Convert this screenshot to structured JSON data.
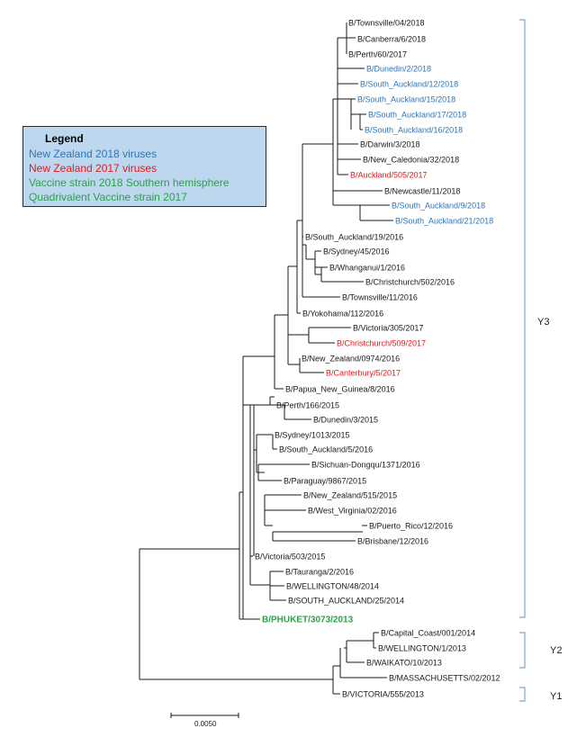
{
  "colors": {
    "black": "#1a1a1a",
    "nz2018": "#2e75b6",
    "nz2017": "#e8161b",
    "vaccine": "#2ea04a",
    "bracket": "#7fa8cc"
  },
  "legend": {
    "title": "Legend",
    "items": [
      {
        "label": "New Zealand 2018 viruses",
        "color": "#2e75b6"
      },
      {
        "label": "New Zealand 2017 viruses",
        "color": "#e8161b"
      },
      {
        "label": "Vaccine strain 2018 Southern hemisphere",
        "color": "#2ea04a"
      },
      {
        "label": "Quadrivalent Vaccine strain 2017",
        "color": "#2ea04a"
      }
    ]
  },
  "groups": [
    {
      "label": "Y3"
    },
    {
      "label": "Y2"
    },
    {
      "label": "Y1"
    }
  ],
  "scale_bar": {
    "label": "0.0050"
  },
  "taxa": [
    {
      "name": "B/Townsville/04/2018",
      "cat": "black"
    },
    {
      "name": "B/Canberra/6/2018",
      "cat": "black"
    },
    {
      "name": "B/Perth/60/2017",
      "cat": "black"
    },
    {
      "name": "B/Dunedin/2/2018",
      "cat": "nz2018"
    },
    {
      "name": "B/South_Auckland/12/2018",
      "cat": "nz2018"
    },
    {
      "name": "B/South_Auckland/15/2018",
      "cat": "nz2018"
    },
    {
      "name": "B/South_Auckland/17/2018",
      "cat": "nz2018"
    },
    {
      "name": "B/South_Auckland/16/2018",
      "cat": "nz2018"
    },
    {
      "name": "B/Darwin/3/2018",
      "cat": "black"
    },
    {
      "name": "B/New_Caledonia/32/2018",
      "cat": "black"
    },
    {
      "name": "B/Auckland/505/2017",
      "cat": "nz2017"
    },
    {
      "name": "B/Newcastle/11/2018",
      "cat": "black"
    },
    {
      "name": "B/South_Auckland/9/2018",
      "cat": "nz2018"
    },
    {
      "name": "B/South_Auckland/21/2018",
      "cat": "nz2018"
    },
    {
      "name": "B/South_Auckland/19/2016",
      "cat": "black"
    },
    {
      "name": "B/Sydney/45/2016",
      "cat": "black"
    },
    {
      "name": "B/Whanganui/1/2016",
      "cat": "black"
    },
    {
      "name": "B/Christchurch/502/2016",
      "cat": "black"
    },
    {
      "name": "B/Townsville/11/2016",
      "cat": "black"
    },
    {
      "name": "B/Yokohama/112/2016",
      "cat": "black"
    },
    {
      "name": "B/Victoria/305/2017",
      "cat": "black"
    },
    {
      "name": "B/Christchurch/509/2017",
      "cat": "nz2017"
    },
    {
      "name": "B/New_Zealand/0974/2016",
      "cat": "black"
    },
    {
      "name": "B/Canterbury/5/2017",
      "cat": "nz2017"
    },
    {
      "name": "B/Papua_New_Guinea/8/2016",
      "cat": "black"
    },
    {
      "name": "B/Perth/166/2015",
      "cat": "black"
    },
    {
      "name": "B/Dunedin/3/2015",
      "cat": "black"
    },
    {
      "name": "B/Sydney/1013/2015",
      "cat": "black"
    },
    {
      "name": "B/South_Auckland/5/2016",
      "cat": "black"
    },
    {
      "name": "B/Sichuan-Dongqu/1371/2016",
      "cat": "black"
    },
    {
      "name": "B/Paraguay/9867/2015",
      "cat": "black"
    },
    {
      "name": "B/New_Zealand/515/2015",
      "cat": "black"
    },
    {
      "name": "B/West_Virginia/02/2016",
      "cat": "black"
    },
    {
      "name": "B/Puerto_Rico/12/2016",
      "cat": "black"
    },
    {
      "name": "B/Brisbane/12/2016",
      "cat": "black"
    },
    {
      "name": "B/Victoria/503/2015",
      "cat": "black"
    },
    {
      "name": "B/Tauranga/2/2016",
      "cat": "black"
    },
    {
      "name": "B/WELLINGTON/48/2014",
      "cat": "black"
    },
    {
      "name": "B/SOUTH_AUCKLAND/25/2014",
      "cat": "black"
    },
    {
      "name": "B/PHUKET/3073/2013",
      "cat": "vaccine"
    },
    {
      "name": "B/Capital_Coast/001/2014",
      "cat": "black"
    },
    {
      "name": "B/WELLINGTON/1/2013",
      "cat": "black"
    },
    {
      "name": "B/WAIKATO/10/2013",
      "cat": "black"
    },
    {
      "name": "B/MASSACHUSETTS/02/2012",
      "cat": "black"
    },
    {
      "name": "B/VICTORIA/555/2013",
      "cat": "black"
    }
  ]
}
